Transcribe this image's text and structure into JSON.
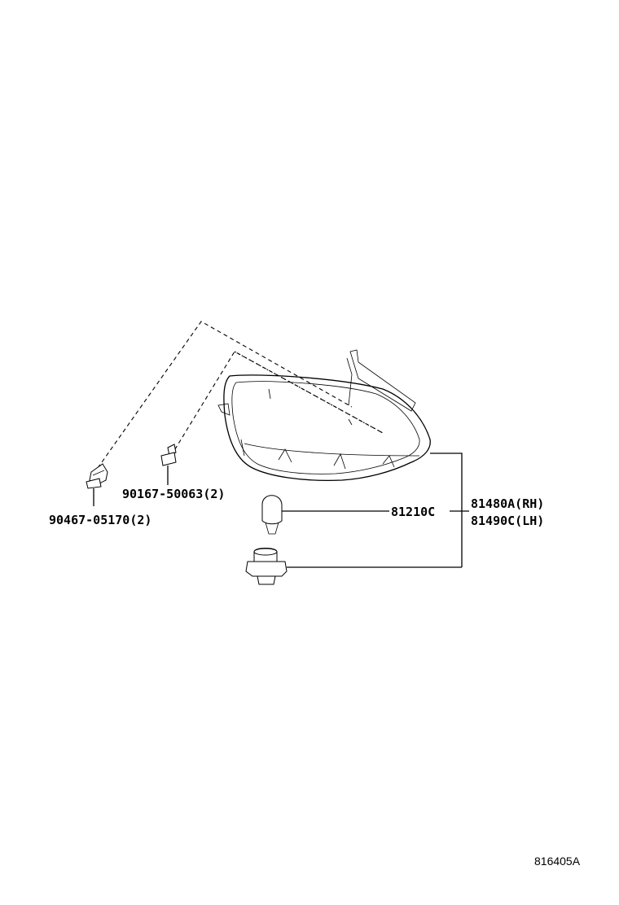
{
  "diagram": {
    "labels": {
      "clip": "90467-05170(2)",
      "screw": "90167-50063(2)",
      "bulb": "81210C",
      "lamp_rh": "81480A(RH)",
      "lamp_lh": "81490C(LH)"
    },
    "reference_code": "816405A"
  }
}
